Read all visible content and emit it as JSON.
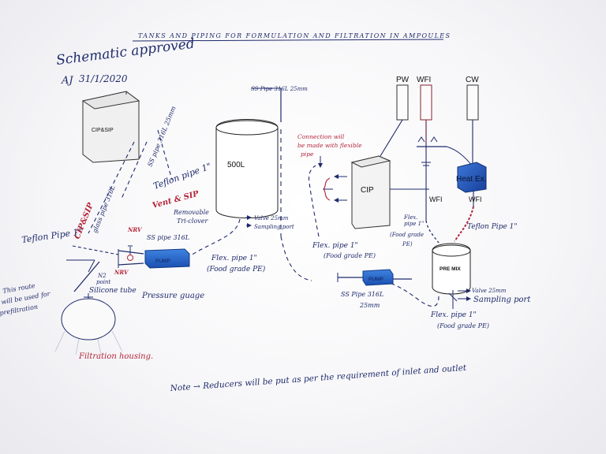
{
  "title": "TANKS AND PIPING FOR FORMULATION AND FILTRATION IN AMPOULES",
  "approval": {
    "text": "Schematic approved",
    "signature": "AJ",
    "date": "31/1/2020"
  },
  "colors": {
    "ink": "#1f2a6b",
    "red_ink": "#b3263a",
    "pump_blue": "#1c5fc8",
    "heat_ex": "#1f55b8"
  },
  "equipment": {
    "cip_sip": "CIP&SIP",
    "tank_500l": "500L",
    "cip": "CIP",
    "pump_left": "PUMP",
    "pump_bottom": "PUMP",
    "heat_exchanger": "Heat Ex.",
    "premix": "PRE MIX",
    "filtration_housing": "Filtration housing."
  },
  "utilities": {
    "pw": "PW",
    "wfi": "WFI",
    "cw": "CW",
    "wfi_out_1": "WFI",
    "wfi_out_2": "WFI"
  },
  "labels": {
    "ss_pipe_top": "SS Pipe 316L 25mm",
    "connection_flexible": [
      "Connection will",
      "be made with flexible",
      "pipe"
    ],
    "ss_pipe_diag": "SS pipe 316L 25mm",
    "teflon_pipe_1": "Teflon pipe 1\"",
    "vent_sip": "Vent & SIP",
    "removable_tri_clover": [
      "Removable",
      "Tri-clover"
    ],
    "teflon_pipe_left": "Teflon Pipe 1\"",
    "glass_pipe_316l": "glass pipe 316L",
    "cip_sip_red": "CIP&SIP",
    "nrv_1": "NRV",
    "nrv_2": "NRV",
    "ss_pipe_pump": "SS pipe 316L",
    "n2_point": [
      "N2",
      "point"
    ],
    "silicone_tube": "Silicone tube",
    "pressure_gauge": "Pressure guage",
    "valve_500l": "Valve 25mm",
    "sampling_500l": "Sampling port",
    "flex_pipe_1": [
      "Flex. pipe 1\"",
      "(Food grade PE)"
    ],
    "this_route": [
      "This route",
      "will be used for",
      "prefiltration"
    ],
    "flex_pipe_2": [
      "Flex. pipe 1\"",
      "(Food grade PE)"
    ],
    "flex_pipe_3": [
      "Flex.",
      "pipe 1\"",
      "(Food grade",
      "PE)"
    ],
    "teflon_pipe_right": "Teflon Pipe 1\"",
    "ss_pipe_bottom": [
      "SS Pipe 316L",
      "25mm"
    ],
    "valve_premix": "Valve 25mm",
    "sampling_premix": "Sampling port",
    "flex_pipe_4": [
      "Flex. pipe 1\"",
      "(Food grade PE)"
    ]
  },
  "note": "Note → Reducers will be put as per the requirement of inlet and outlet"
}
